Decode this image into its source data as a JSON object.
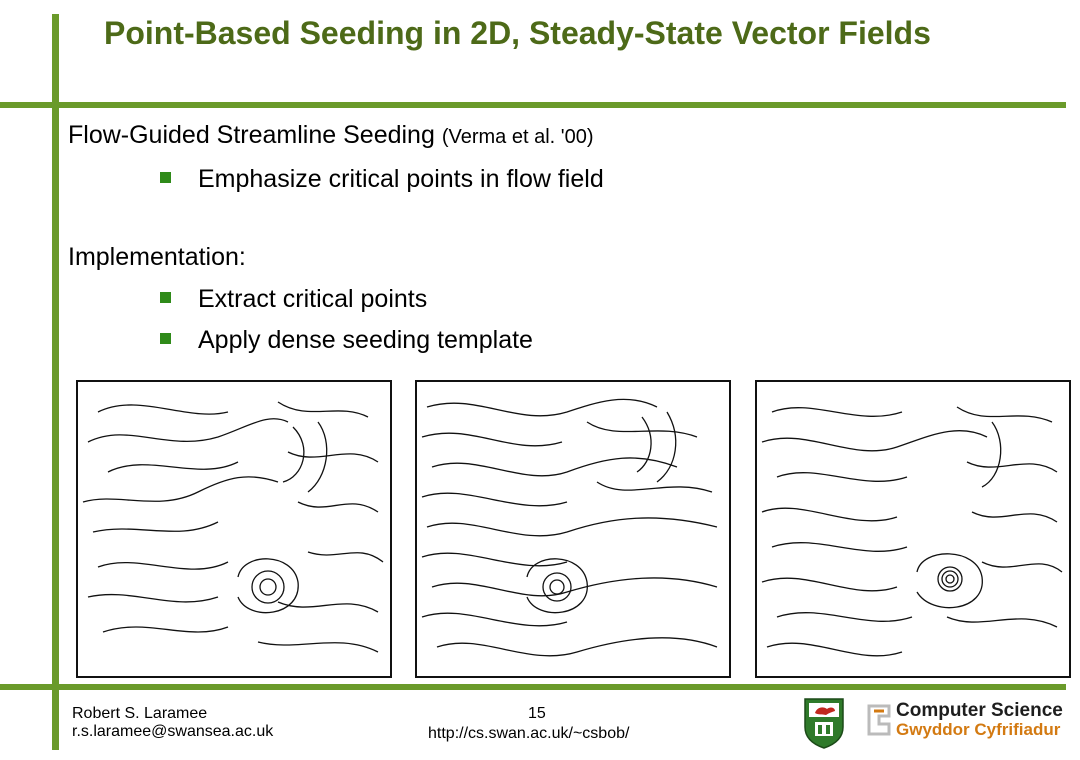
{
  "slide": {
    "title": "Point-Based Seeding in 2D, Steady-State Vector Fields",
    "heading": "Flow-Guided Streamline Seeding",
    "citation": "(Verma et al. '00)",
    "bullets_top": [
      "Emphasize critical points in flow field"
    ],
    "implementation_label": "Implementation:",
    "bullets_impl": [
      "Extract critical points",
      "Apply dense seeding template"
    ]
  },
  "footer": {
    "author": "Robert S. Laramee",
    "email": "r.s.laramee@swansea.ac.uk",
    "page": "15",
    "url": "http://cs.swan.ac.uk/~csbob/",
    "logo_line1": "Computer Science",
    "logo_line2": "Gwyddor Cyfrifiadur"
  },
  "colors": {
    "accent_bar": "#6a9a2a",
    "title": "#4d6a18",
    "bullet": "#2f8a19",
    "logo_orange": "#d37a12"
  },
  "figures": [
    "streamline-panel-1",
    "streamline-panel-2",
    "streamline-panel-3"
  ]
}
